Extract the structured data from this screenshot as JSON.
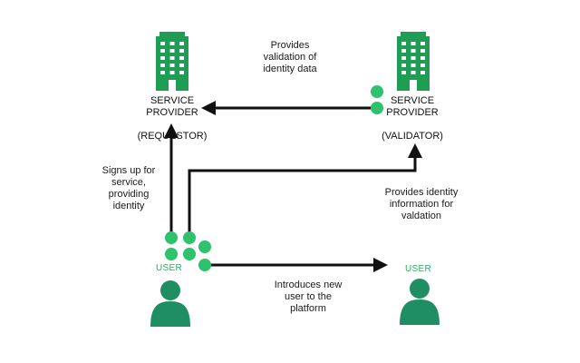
{
  "colors": {
    "accent": "#1f9d55",
    "accent_light": "#2dc26b",
    "arrow": "#111111",
    "user": "#1f8f63"
  },
  "requestor": {
    "line1": "SERVICE",
    "line2": "PROVIDER",
    "role": "(REQUESTOR)",
    "icon": "office-building-icon"
  },
  "validator": {
    "line1": "SERVICE",
    "line2": "PROVIDER",
    "role": "(VALIDATOR)",
    "icon": "office-building-icon"
  },
  "user_left": {
    "label": "USER",
    "icon": "person-icon"
  },
  "user_right": {
    "label": "USER",
    "icon": "person-icon"
  },
  "edges": {
    "validation": [
      "Provides",
      "validation of",
      "identity data"
    ],
    "signup": [
      "Signs up for",
      "service,",
      "providing",
      "identity"
    ],
    "identity_info": [
      "Provides identity",
      "information for",
      "valdation"
    ],
    "introduces": [
      "Introduces new",
      "user to the",
      "platform"
    ]
  }
}
